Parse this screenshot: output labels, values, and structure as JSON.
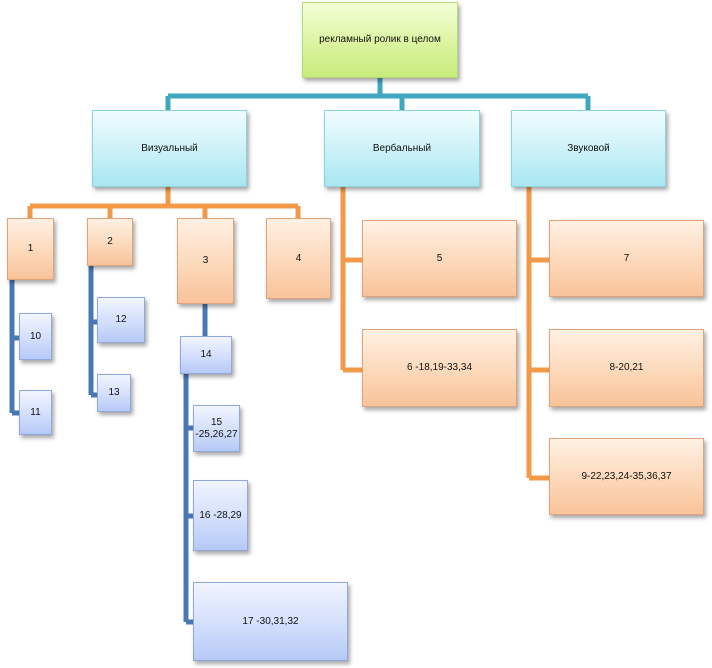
{
  "root": {
    "label": "рекламный ролик в целом"
  },
  "level1": [
    {
      "label": "Визуальный"
    },
    {
      "label": "Вербальный"
    },
    {
      "label": "Звуковой"
    }
  ],
  "visual_children": [
    {
      "label": "1",
      "children": [
        "10",
        "11"
      ]
    },
    {
      "label": "2",
      "children": [
        "12",
        "13"
      ]
    },
    {
      "label": "3",
      "children": [
        "14"
      ]
    },
    {
      "label": "4",
      "children": []
    }
  ],
  "node14_children": [
    "15 -25,26,27",
    "16 -28,29",
    "17 -30,31,32"
  ],
  "verbal_children": [
    "5",
    "6 -18,19-33,34"
  ],
  "sound_children": [
    "7",
    "8-20,21",
    "9-22,23,24-35,36,37"
  ],
  "colors": {
    "connector_teal": "#3fa7c0",
    "connector_orange": "#f29a4a",
    "connector_blue": "#4a78b5",
    "root_fill": "#d9f39c",
    "level1_fill": "#c7f0f7",
    "orange_fill": "#fcd6b6",
    "blue_fill": "#cfdcfb"
  }
}
